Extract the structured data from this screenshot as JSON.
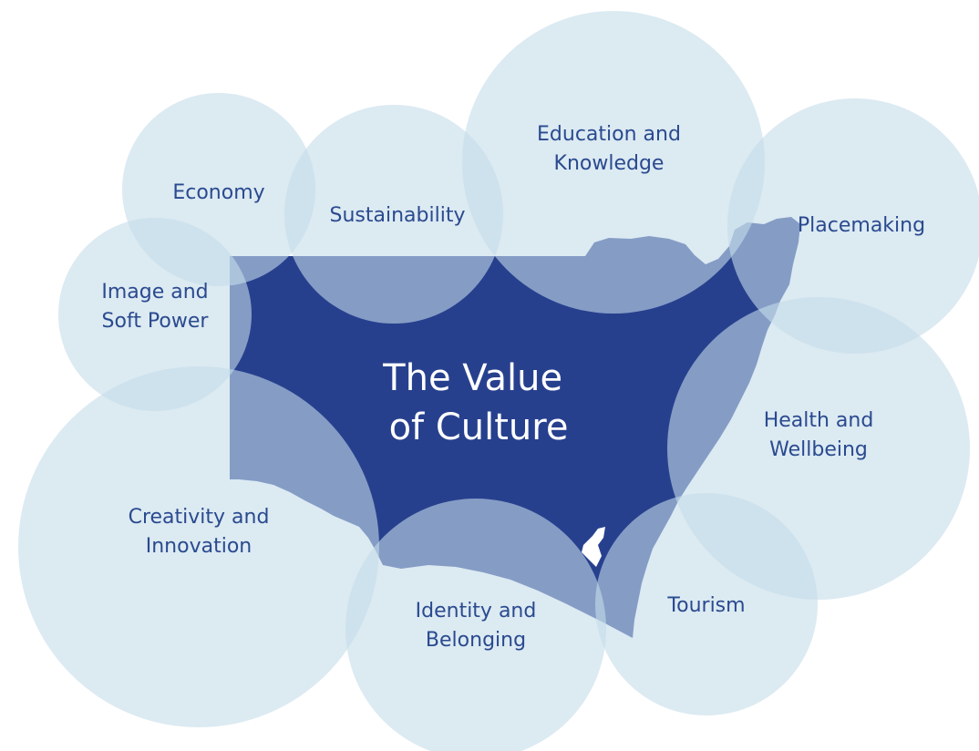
{
  "title": [
    "The Value",
    "of Culture"
  ],
  "colors": {
    "circle_fill": "#c5dcea",
    "map_fill": "#27408e",
    "label": "#2a4a8f",
    "center_text": "#ffffff"
  },
  "circles": [
    {
      "id": "economy",
      "lines": [
        "Economy"
      ]
    },
    {
      "id": "sustainability",
      "lines": [
        "Sustainability"
      ]
    },
    {
      "id": "education",
      "lines": [
        "Education and",
        "Knowledge"
      ]
    },
    {
      "id": "placemaking",
      "lines": [
        "Placemaking"
      ]
    },
    {
      "id": "image",
      "lines": [
        "Image and",
        "Soft Power"
      ]
    },
    {
      "id": "health",
      "lines": [
        "Health and",
        "Wellbeing"
      ]
    },
    {
      "id": "creativity",
      "lines": [
        "Creativity and",
        "Innovation"
      ]
    },
    {
      "id": "identity",
      "lines": [
        "Identity and",
        "Belonging"
      ]
    },
    {
      "id": "tourism",
      "lines": [
        "Tourism"
      ]
    }
  ]
}
